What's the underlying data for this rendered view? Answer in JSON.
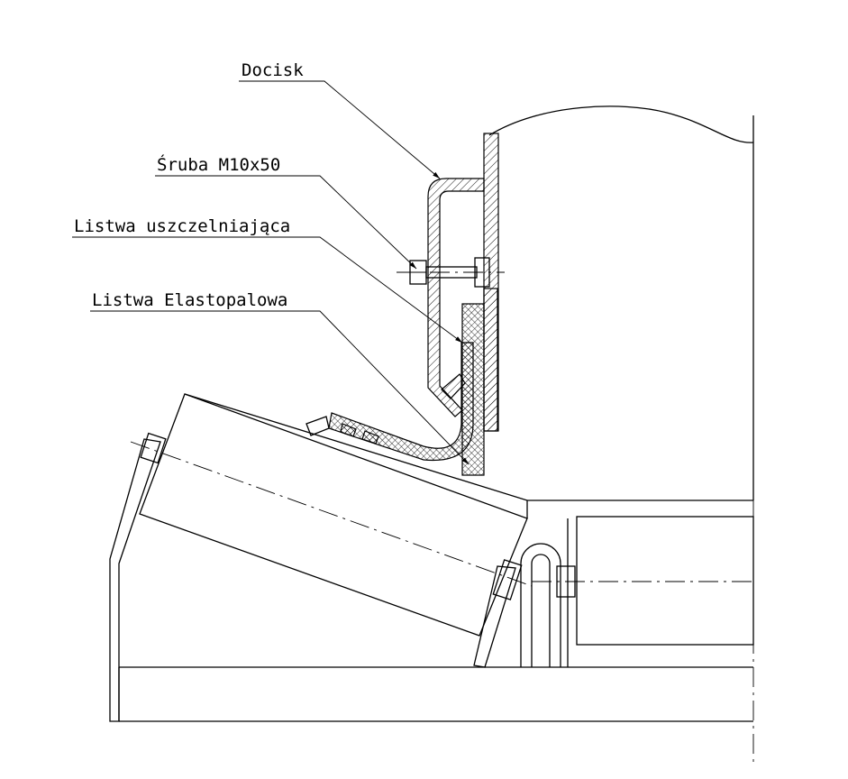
{
  "labels": {
    "docisk": "Docisk",
    "sruba": "Śruba M10x50",
    "listwa_uszczelniajaca": "Listwa uszczelniająca",
    "listwa_elastopalowa": "Listwa Elastopalowa"
  },
  "colors": {
    "line": "#000000",
    "background": "#ffffff"
  }
}
